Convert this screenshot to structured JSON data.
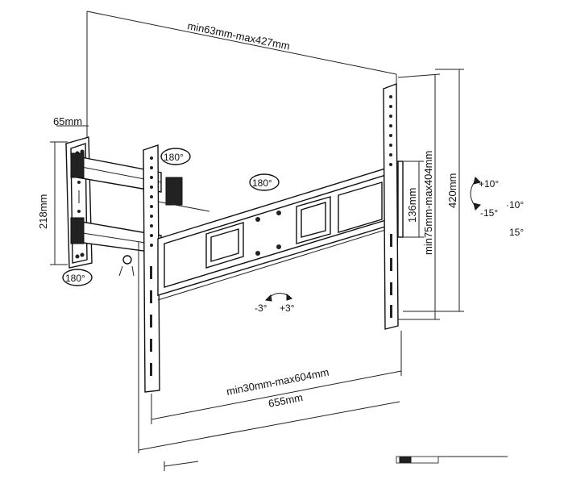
{
  "labels": {
    "vesa_horizontal": "min63mm-max427mm",
    "depth": "65mm",
    "wall_plate_height": "218mm",
    "rotation_wall": "180°",
    "rotation_arm": "180°",
    "rotation_center": "180°",
    "tilt_inner": "136mm",
    "vesa_vertical": "min75mm-max404mm",
    "total_height": "420mm",
    "tilt_up": "+10°",
    "tilt_down": "-15°",
    "tilt_side": "·10°",
    "tilt_extra": "15°",
    "level_minus": "-3°",
    "level_plus": "+3°",
    "extension": "min30mm-max604mm",
    "total_width": "655mm"
  }
}
